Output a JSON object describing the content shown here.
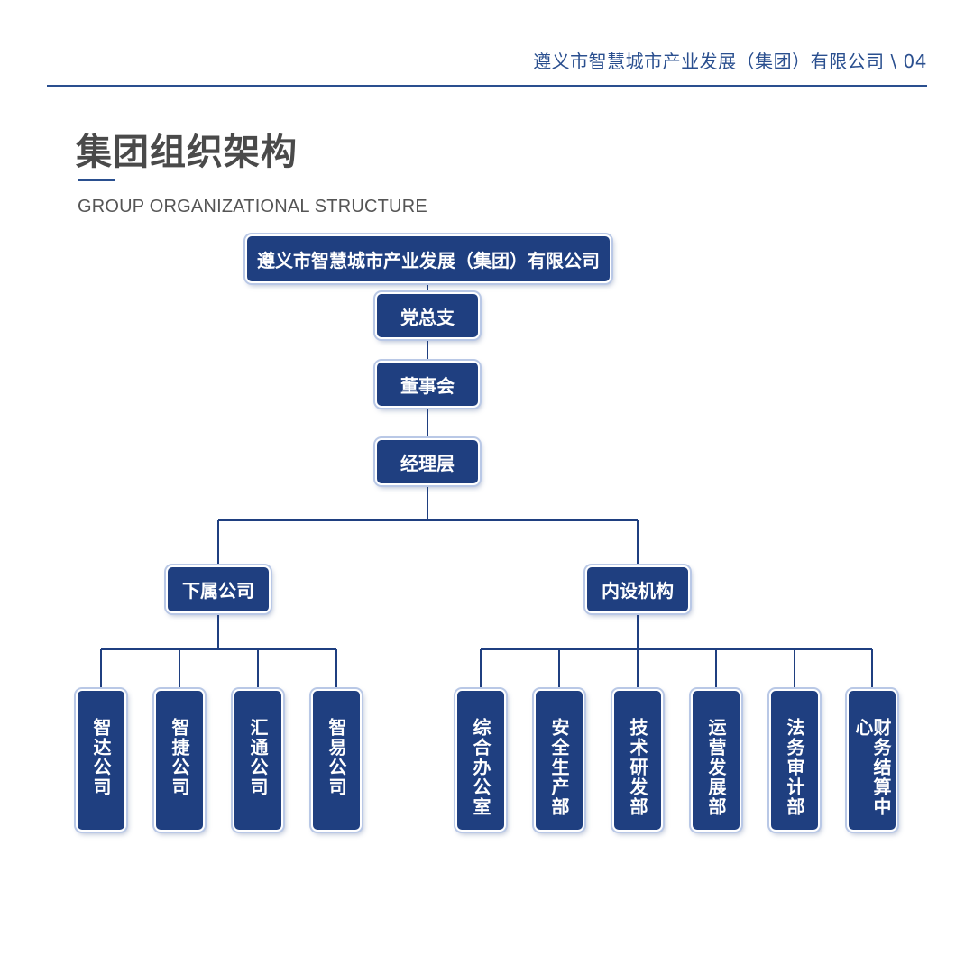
{
  "header": {
    "company_page": "遵义市智慧城市产业发展（集团）有限公司 \\ 04"
  },
  "page": {
    "title": "集团组织架构",
    "subtitle": "GROUP ORGANIZATIONAL STRUCTURE"
  },
  "org": {
    "root": "遵义市智慧城市产业发展（集团）有限公司",
    "chain": [
      "党总支",
      "董事会",
      "经理层"
    ],
    "branches": [
      {
        "name": "下属公司",
        "children": [
          "智达公司",
          "智捷公司",
          "汇通公司",
          "智易公司"
        ]
      },
      {
        "name": "内设机构",
        "children": [
          "综合办公室",
          "安全生产部",
          "技术研发部",
          "运营发展部",
          "法务审计部",
          "财务结算中心"
        ]
      }
    ]
  },
  "colors": {
    "primary": "#1f3f80",
    "accent_line": "#2a4f8f",
    "title_text": "#4a4a4a"
  }
}
